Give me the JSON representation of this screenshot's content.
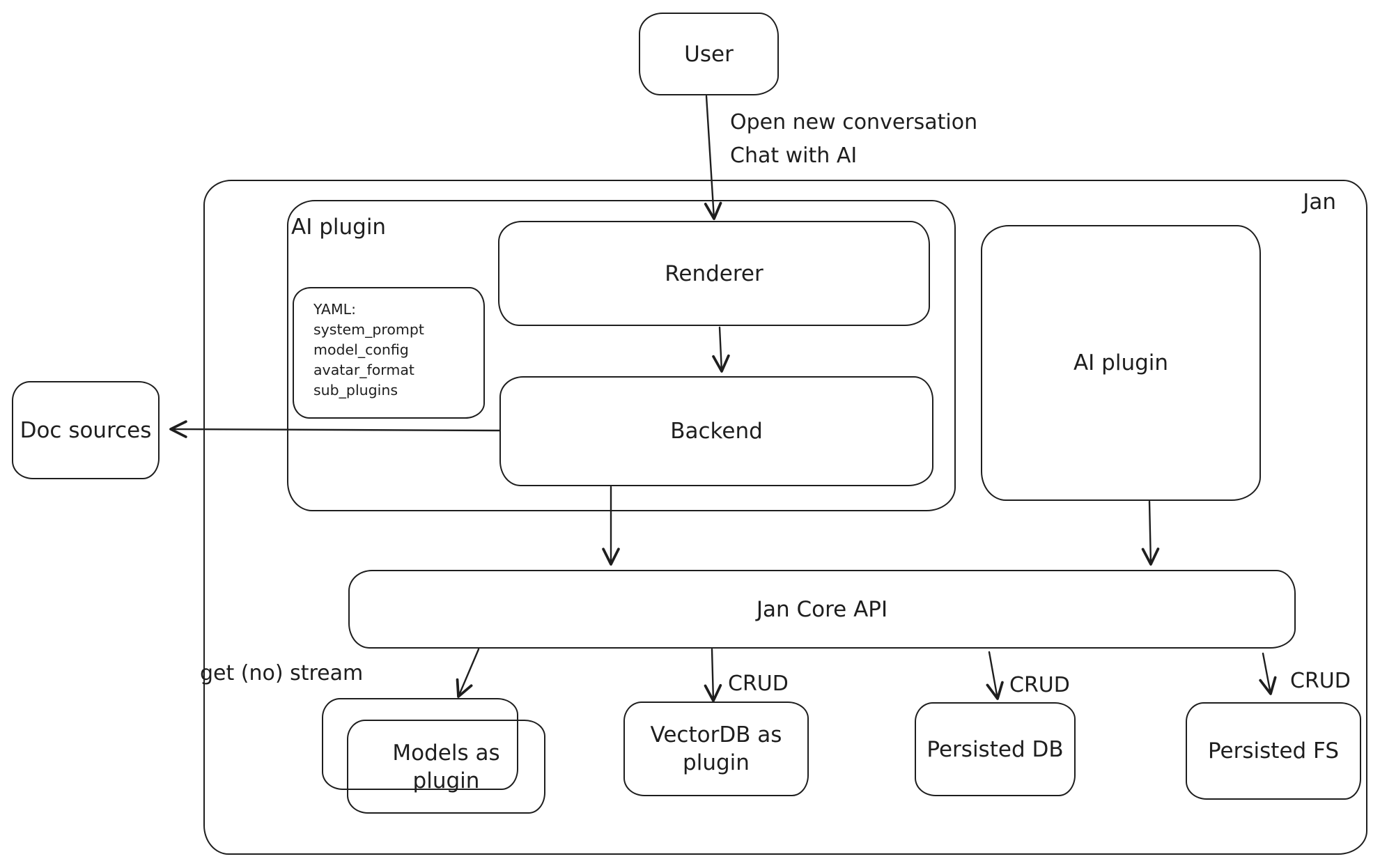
{
  "diagram": {
    "colors": {
      "stroke": "#1e1e1e",
      "background": "#ffffff"
    },
    "nodes": {
      "user": {
        "label": "User"
      },
      "jan_container": {
        "label": "Jan"
      },
      "ai_plugin_left": {
        "label": "AI plugin"
      },
      "renderer": {
        "label": "Renderer"
      },
      "backend": {
        "label": "Backend"
      },
      "yaml_note": {
        "lines": [
          "YAML:",
          "system_prompt",
          "model_config",
          "avatar_format",
          "sub_plugins"
        ]
      },
      "doc_sources": {
        "label": "Doc sources"
      },
      "ai_plugin_right": {
        "label": "AI plugin"
      },
      "jan_core_api": {
        "label": "Jan Core API"
      },
      "models_plugin": {
        "label_line1": "Models as",
        "label_line2": "plugin"
      },
      "vectordb_plugin": {
        "label_line1": "VectorDB as",
        "label_line2": "plugin"
      },
      "persisted_db": {
        "label": "Persisted DB"
      },
      "persisted_fs": {
        "label": "Persisted FS"
      }
    },
    "edges": {
      "user_to_renderer": {
        "label_line1": "Open new conversation",
        "label_line2": "Chat with AI"
      },
      "api_to_models": {
        "label": "get (no) stream"
      },
      "api_to_vectordb": {
        "label": "CRUD"
      },
      "api_to_persisted_db": {
        "label": "CRUD"
      },
      "api_to_persisted_fs": {
        "label": "CRUD"
      }
    }
  }
}
